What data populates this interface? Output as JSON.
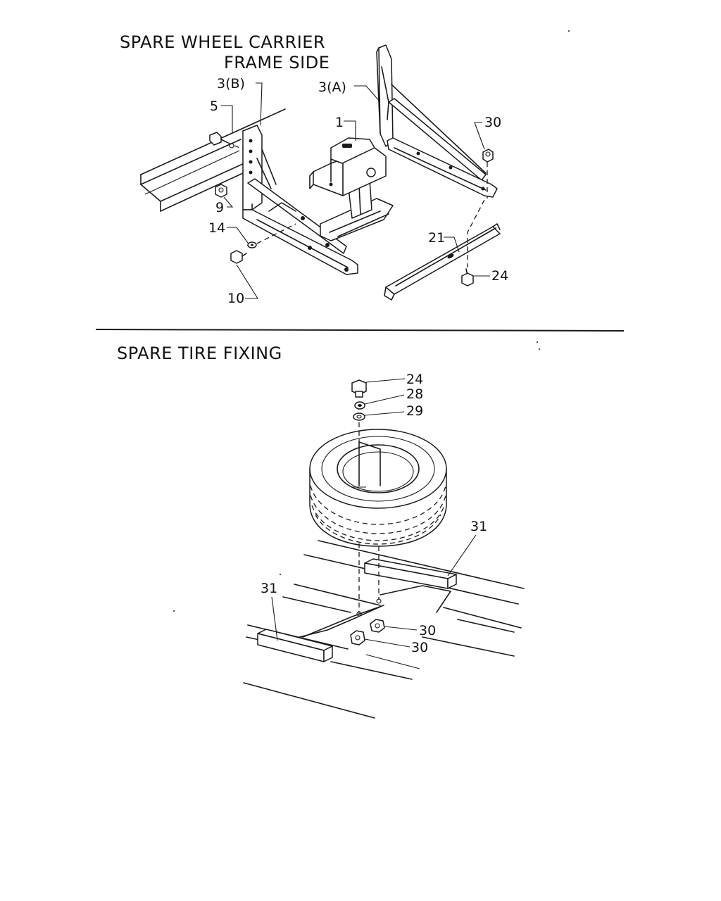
{
  "section_top": {
    "title_line1": "SPARE WHEEL CARRIER",
    "title_line2": "FRAME SIDE",
    "callouts": {
      "c_3b": "3(B)",
      "c_3a": "3(A)",
      "c_5": "5",
      "c_1": "1",
      "c_30": "30",
      "c_9": "9",
      "c_14": "14",
      "c_21": "21",
      "c_24": "24",
      "c_10": "10"
    }
  },
  "section_bottom": {
    "title": "SPARE TIRE FIXING",
    "callouts": {
      "c_24": "24",
      "c_28": "28",
      "c_29": "29",
      "c_31_right": "31",
      "c_31_left": "31",
      "c_30_upper": "30",
      "c_30_lower": "30"
    }
  }
}
